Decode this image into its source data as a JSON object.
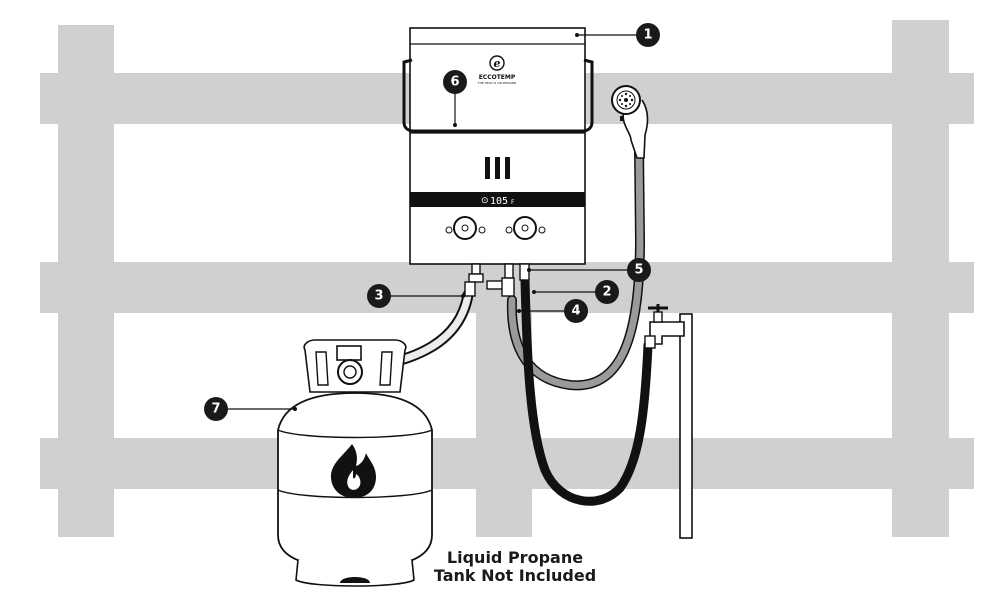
{
  "heater": {
    "brand": "ECCOTEMP",
    "brand_tagline": "THE HEAT IS ON DEMAND",
    "logo_mark": "e",
    "display_value": "105",
    "display_unit": "F"
  },
  "callouts": [
    {
      "number": "1",
      "target": "top-cover"
    },
    {
      "number": "2",
      "target": "cold-water-inlet"
    },
    {
      "number": "3",
      "target": "gas-inlet"
    },
    {
      "number": "4",
      "target": "water-hose"
    },
    {
      "number": "5",
      "target": "hot-water-outlet"
    },
    {
      "number": "6",
      "target": "carry-handle"
    },
    {
      "number": "7",
      "target": "propane-tank"
    }
  ],
  "caption": {
    "line1": "Liquid Propane",
    "line2": "Tank Not Included"
  },
  "colors": {
    "fence": "#d0d0d2",
    "outline": "#111111",
    "gray_hose": "#9a9a9a",
    "black_hose": "#1a1a1a",
    "callout_fill": "#1a1a1a"
  }
}
